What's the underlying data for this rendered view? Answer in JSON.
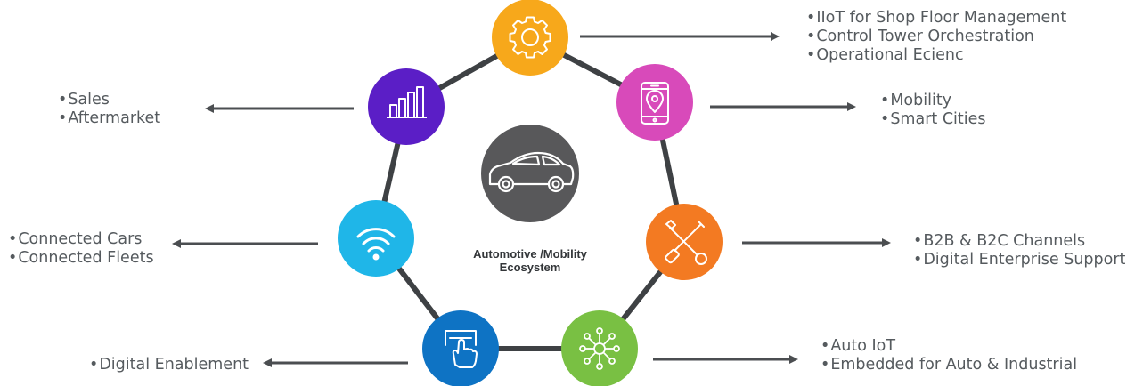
{
  "center": {
    "title_line1": "Automotive /Mobility",
    "title_line2": "Ecosystem",
    "icon": "car-icon",
    "color": "#58585a"
  },
  "nodes": [
    {
      "id": "operations",
      "icon": "gear-icon",
      "color": "#f7a81b",
      "items": [
        "IIoT for Shop Floor Management",
        "Control Tower Orchestration",
        "Operational Ecienc"
      ]
    },
    {
      "id": "mobility",
      "icon": "smartphone-location-icon",
      "color": "#d84aba",
      "items": [
        "Mobility",
        "Smart Cities"
      ]
    },
    {
      "id": "channels",
      "icon": "tools-icon",
      "color": "#f37a22",
      "items": [
        "B2B & B2C Channels",
        "Digital Enterprise Support"
      ]
    },
    {
      "id": "auto-iot",
      "icon": "network-hub-icon",
      "color": "#79c043",
      "items": [
        "Auto IoT",
        "Embedded for Auto & Industrial"
      ]
    },
    {
      "id": "digital",
      "icon": "touch-screen-icon",
      "color": "#0e73c4",
      "items": [
        "Digital Enablement"
      ]
    },
    {
      "id": "connected",
      "icon": "wifi-icon",
      "color": "#1fb6e8",
      "items": [
        "Connected Cars",
        "Connected Fleets"
      ]
    },
    {
      "id": "sales",
      "icon": "bar-chart-icon",
      "color": "#5b1ec6",
      "items": [
        "Sales",
        "Aftermarket"
      ]
    }
  ],
  "colors": {
    "connector": "#3e4144",
    "arrow": "#4b4e51",
    "text": "#555a5e"
  }
}
